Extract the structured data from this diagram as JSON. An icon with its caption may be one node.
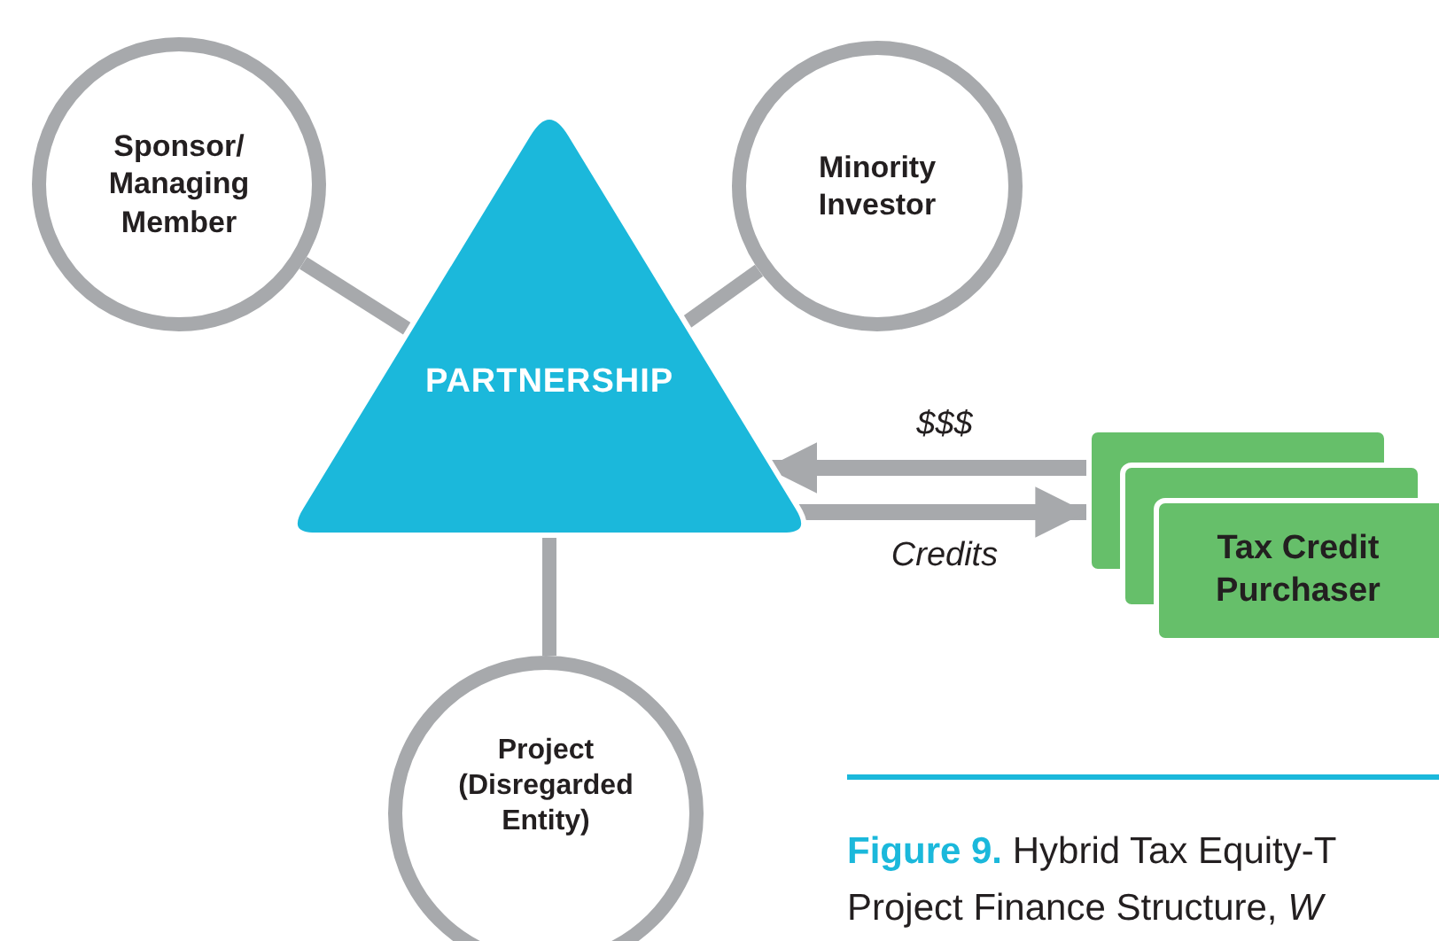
{
  "diagram": {
    "caption": "**Figure 9.** Hybrid Tax Equity-T Project Finance Structure, *W*",
    "nodes": [
      {
        "text": [
          "Sponsor/ Managing Member"
        ]
      },
      {
        "text": [
          "Minority Investor"
        ]
      },
      {
        "text": [
          "PARTNERSHIP"
        ]
      },
      {
        "text": [
          "Project (Disregarded Entity)"
        ]
      },
      {
        "text": [
          "Tax Credit Purchaser"
        ]
      }
    ],
    "edges": [
      {
        "from": 0,
        "to": 2,
        "arrow": "none"
      },
      {
        "from": 1,
        "to": 2,
        "arrow": "none"
      },
      {
        "from": 2,
        "to": 3,
        "arrow": "none"
      },
      {
        "from": 4,
        "to": 2,
        "arrow": "to",
        "label": "$$$"
      },
      {
        "from": 2,
        "to": 4,
        "arrow": "to",
        "label": "Credits"
      }
    ]
  }
}
